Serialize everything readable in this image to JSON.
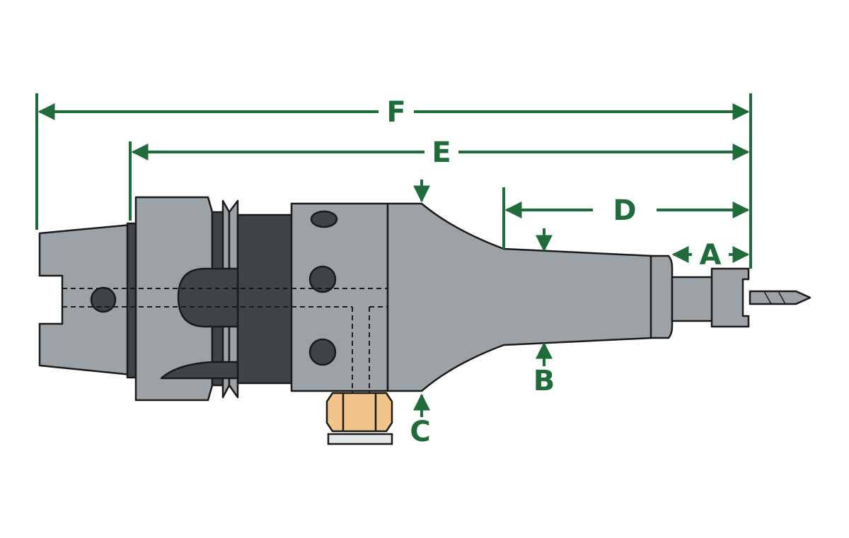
{
  "colors": {
    "background": "#ffffff",
    "dimension": "#1f6b3a",
    "body_gray": "#9da2a6",
    "dark_gray": "#3f4246",
    "outline": "#1a1a1a",
    "nut_orange": "#f2c48a",
    "washer": "#e4e6e8"
  },
  "dimensions": {
    "a": {
      "label": "A"
    },
    "b": {
      "label": "B"
    },
    "c": {
      "label": "C"
    },
    "d": {
      "label": "D"
    },
    "e": {
      "label": "E"
    },
    "f": {
      "label": "F"
    }
  }
}
